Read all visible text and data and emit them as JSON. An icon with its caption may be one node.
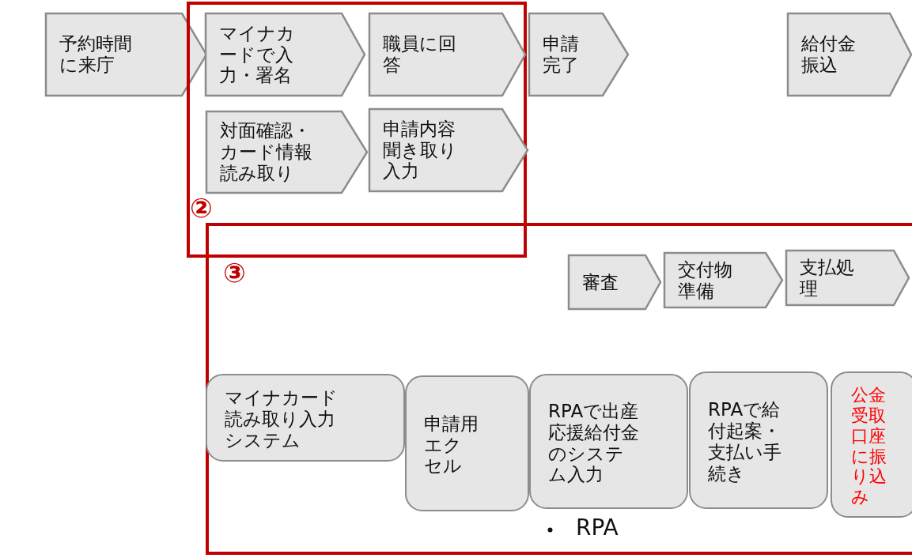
{
  "diagram": {
    "nodes": [
      {
        "text": [
          "予約時間に来庁"
        ]
      },
      {
        "text": [
          "②"
        ]
      },
      {
        "text": [
          "マイナカードで入力・署名"
        ],
        "in": 1
      },
      {
        "text": [
          "職員に回答"
        ],
        "in": 1
      },
      {
        "text": [
          "申請完了"
        ]
      },
      {
        "text": [
          "給付金振込"
        ]
      },
      {
        "text": [
          "対面確認・カード情報読み取り"
        ],
        "in": 1
      },
      {
        "text": [
          "申請内容聞き取り入力"
        ],
        "in": 1
      },
      {
        "text": [
          "③"
        ]
      },
      {
        "text": [
          "審査"
        ],
        "in": 8
      },
      {
        "text": [
          "交付物準備"
        ],
        "in": 8
      },
      {
        "text": [
          "支払処理"
        ],
        "in": 8
      },
      {
        "text": [
          "マイナカード読み取り入力システム"
        ],
        "in": 8
      },
      {
        "text": [
          "申請用エクセル"
        ],
        "in": 8
      },
      {
        "text": [
          "RPAで出産応援給付金のシステム入力"
        ],
        "in": 8
      },
      {
        "text": [
          "RPAで給付起案・支払い手続き"
        ],
        "in": 8
      },
      {
        "text": [
          "公金受取口座に振り込み"
        ],
        "in": 8
      }
    ],
    "labels": [
      "RPA"
    ]
  }
}
